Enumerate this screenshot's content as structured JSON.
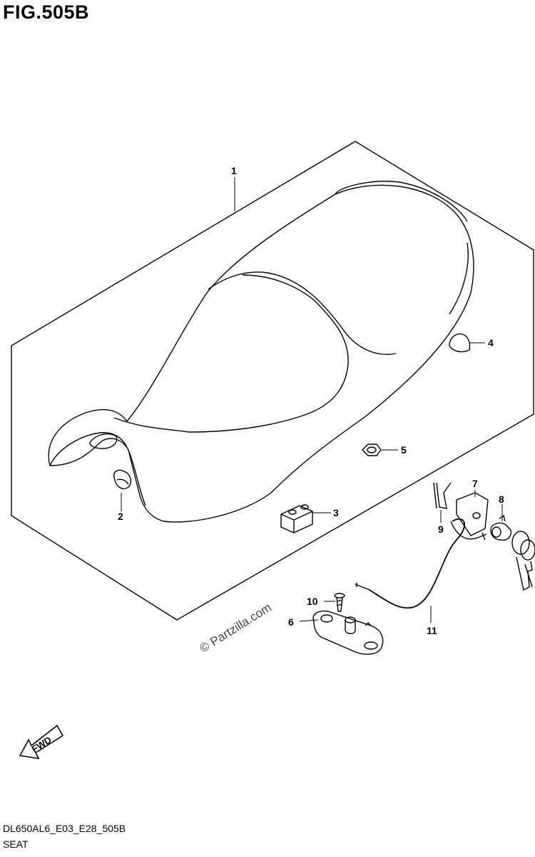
{
  "figure": {
    "title": "FIG.505B"
  },
  "footer": {
    "part_code": "DL650AL6_E03_E28_505B",
    "part_name": "SEAT"
  },
  "watermark": {
    "text": "© Partzilla.com"
  },
  "direction_badge": {
    "text": "FWD"
  },
  "callouts": [
    {
      "id": "c1",
      "label": "1"
    },
    {
      "id": "c2",
      "label": "2"
    },
    {
      "id": "c3",
      "label": "3"
    },
    {
      "id": "c4",
      "label": "4"
    },
    {
      "id": "c5",
      "label": "5"
    },
    {
      "id": "c6",
      "label": "6"
    },
    {
      "id": "c7",
      "label": "7"
    },
    {
      "id": "c8",
      "label": "8"
    },
    {
      "id": "c9",
      "label": "9"
    },
    {
      "id": "c10",
      "label": "10"
    },
    {
      "id": "c11",
      "label": "11"
    }
  ]
}
